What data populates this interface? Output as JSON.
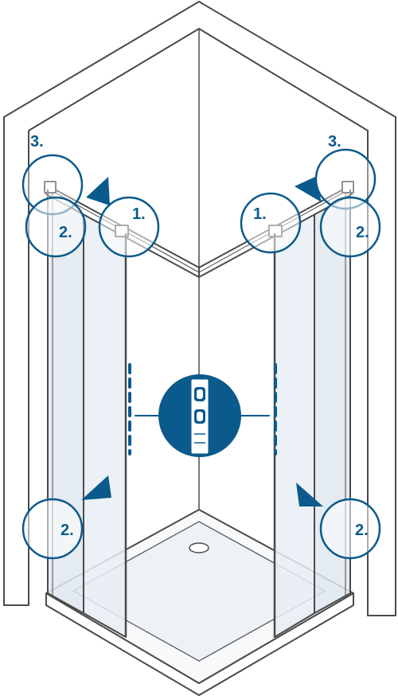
{
  "colors": {
    "accent": "#0b5a8c",
    "line": "#4a4a4a",
    "glass": "#dfe7ef",
    "background": "#ffffff"
  },
  "callouts": {
    "step1_left": "1.",
    "step1_right": "1.",
    "step2_top_left": "2.",
    "step2_top_right": "2.",
    "step2_bottom_left": "2.",
    "step2_bottom_right": "2.",
    "step3_left": "3.",
    "step3_right": "3."
  },
  "icons": {
    "level": "spirit-level-icon"
  }
}
